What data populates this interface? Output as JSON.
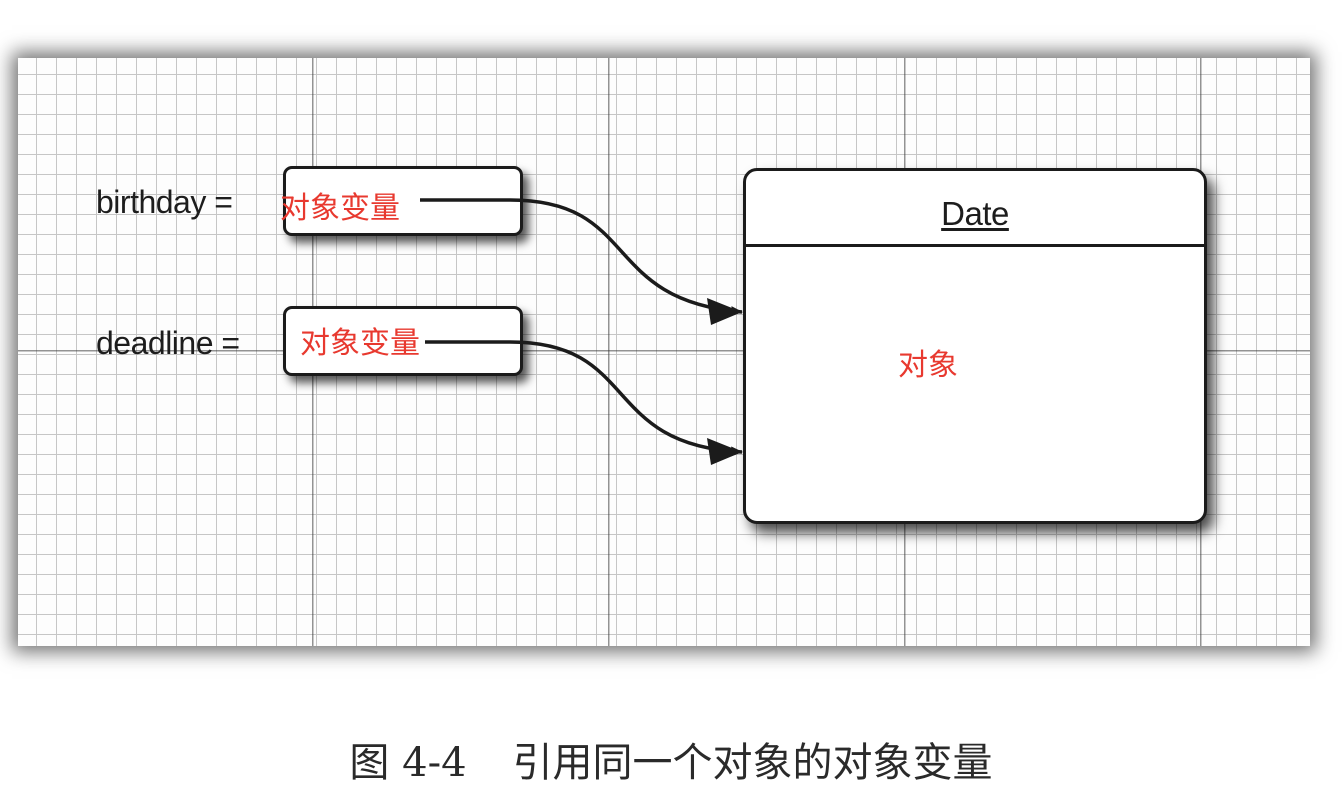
{
  "diagram": {
    "variables": [
      {
        "name": "birthday =",
        "annotation": "对象变量"
      },
      {
        "name": "deadline =",
        "annotation": "对象变量"
      }
    ],
    "object": {
      "class_name": "Date",
      "annotation": "对象"
    },
    "colors": {
      "annotation": "#e8392f",
      "outline": "#1b1b1b"
    }
  },
  "caption": {
    "number": "图 4-4",
    "text": "引用同一个对象的对象变量"
  }
}
